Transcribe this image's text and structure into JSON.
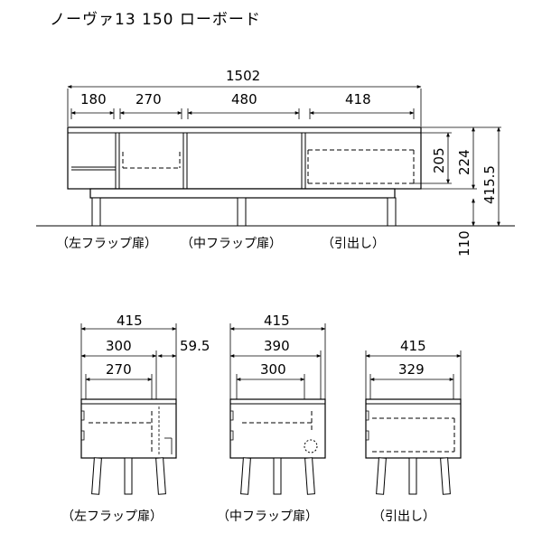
{
  "title": "ノーヴァ13 150 ローボード",
  "front_view": {
    "overall_width": "1502",
    "widths": [
      "180",
      "270",
      "480",
      "418"
    ],
    "heights": [
      "205",
      "224",
      "415.5",
      "110"
    ],
    "captions": {
      "left": "（左フラップ扉）",
      "center": "（中フラップ扉）",
      "right": "（引出し）"
    }
  },
  "side_views": [
    {
      "outer": "415",
      "mid": "300",
      "inner": "270",
      "extra": "59.5",
      "caption": "（左フラップ扉）"
    },
    {
      "outer": "415",
      "mid": "390",
      "inner": "300",
      "caption": "（中フラップ扉）"
    },
    {
      "outer": "415",
      "inner": "329",
      "caption": "（引出し）"
    }
  ]
}
